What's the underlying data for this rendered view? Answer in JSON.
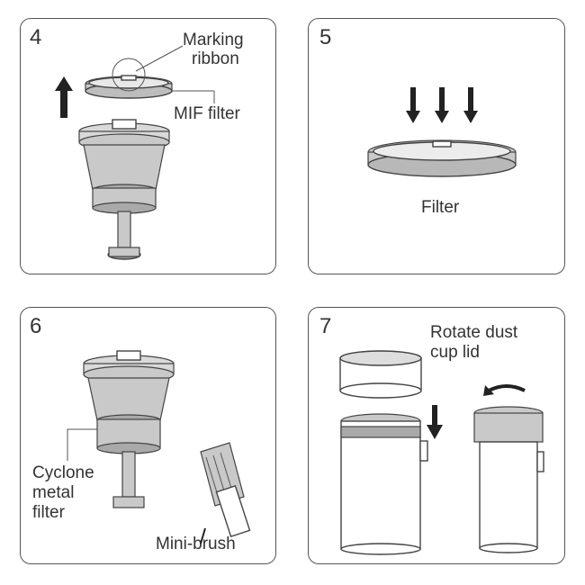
{
  "panels": [
    {
      "step": "4",
      "labels": {
        "marking": "Marking",
        "ribbon": "ribbon",
        "mif": "MIF filter"
      }
    },
    {
      "step": "5",
      "labels": {
        "filter": "Filter"
      }
    },
    {
      "step": "6",
      "labels": {
        "cyclone": "Cyclone",
        "metal": "metal",
        "filter": "filter",
        "brush": "Mini-brush"
      }
    },
    {
      "step": "7",
      "labels": {
        "rotate": "Rotate dust",
        "cup": "cup lid"
      }
    }
  ],
  "colors": {
    "outline": "#444444",
    "panel_border": "#555555",
    "shade_light": "#c9c9c9",
    "shade_dark": "#a9a9a9",
    "arrow": "#222222"
  }
}
